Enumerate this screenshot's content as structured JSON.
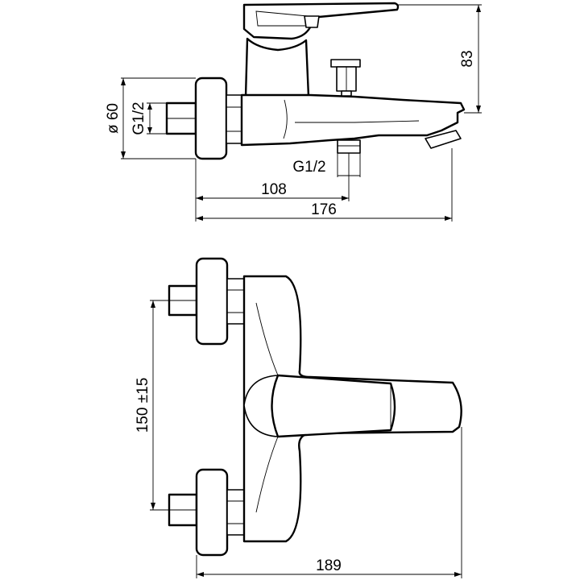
{
  "dimensions": {
    "diameter": "ø 60",
    "inlet_thread": "G1/2",
    "outlet_thread": "G1/2",
    "outlet_distance": "108",
    "overall_depth": "176",
    "height": "83",
    "center_spacing": "150 ±15",
    "overall_width": "189"
  }
}
